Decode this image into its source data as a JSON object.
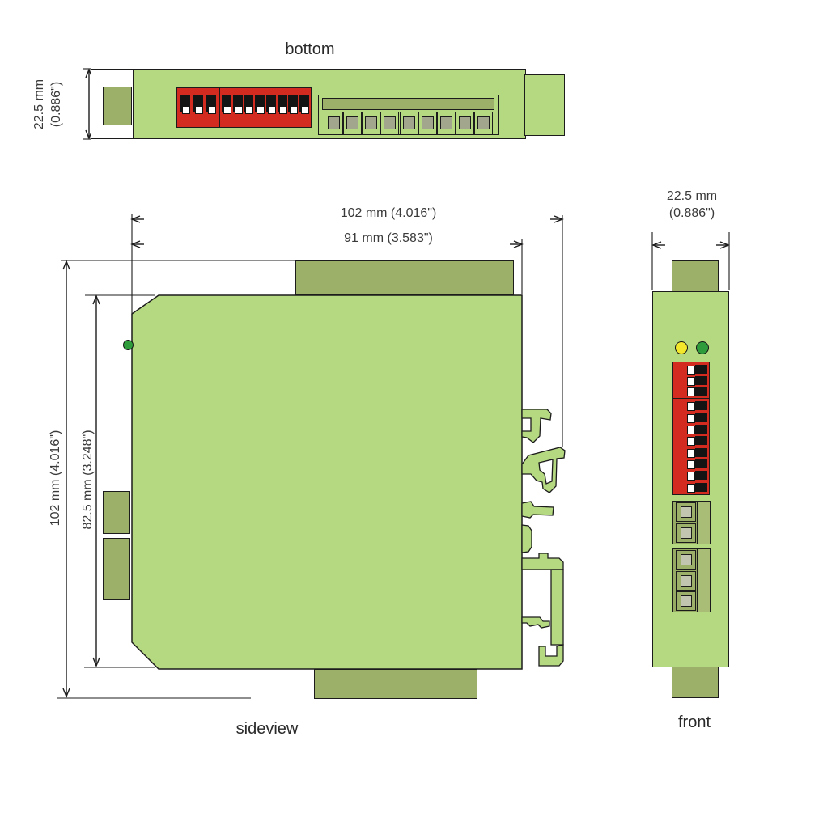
{
  "drawing": {
    "views": {
      "bottom": {
        "label": "bottom",
        "height_dim": {
          "mm": "22.5 mm",
          "inch": "(0.886\")"
        },
        "dip_switches": {
          "group1": 3,
          "group2": 8
        },
        "terminals": 9
      },
      "side": {
        "label": "sideview",
        "width_total": "102 mm (4.016\")",
        "width_body": "91 mm (3.583\")",
        "height_total": "102 mm (4.016\")",
        "height_body": "82.5 mm (3.248\")"
      },
      "front": {
        "label": "front",
        "width_dim": {
          "mm": "22.5 mm",
          "inch": "(0.886\")"
        },
        "leds": [
          "yellow",
          "green"
        ],
        "dip_switches": {
          "group1": 3,
          "group2": 8
        },
        "terminal_block_top": 2,
        "terminal_block_bottom": 3
      }
    },
    "colors": {
      "body_green": "#b5d981",
      "dark_green": "#9cb069",
      "dip_red": "#d32b20",
      "led_yellow": "#f2e72a",
      "led_green": "#2f9c3c",
      "outline": "#1c1c1c",
      "text": "#3a3a3a"
    }
  }
}
